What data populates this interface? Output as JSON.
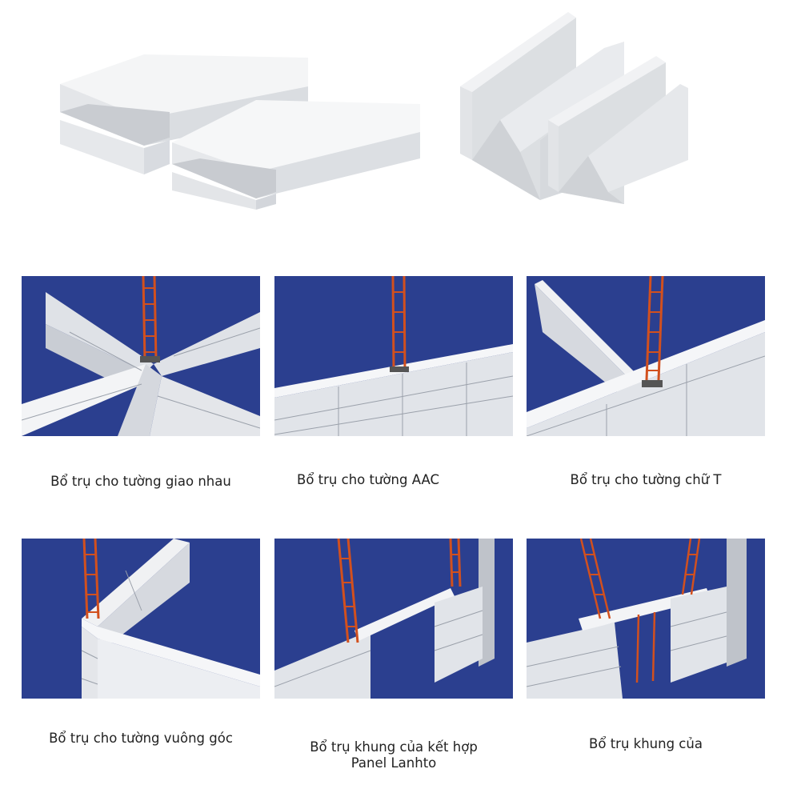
{
  "captions": {
    "c1": "Bổ trụ cho tường giao nhau",
    "c2": "Bổ trụ cho tường AAC",
    "c3": "Bổ trụ cho tường chữ T",
    "c4": "Bổ trụ cho tường vuông góc",
    "c5_line1": "Bổ trụ khung của kết hợp",
    "c5_line2": "Panel Lanhto",
    "c6": "Bổ trụ khung của"
  },
  "colors": {
    "panel_bg": "#2b3f8f",
    "wall": "#eceef2",
    "rebar": "#d2501e"
  }
}
